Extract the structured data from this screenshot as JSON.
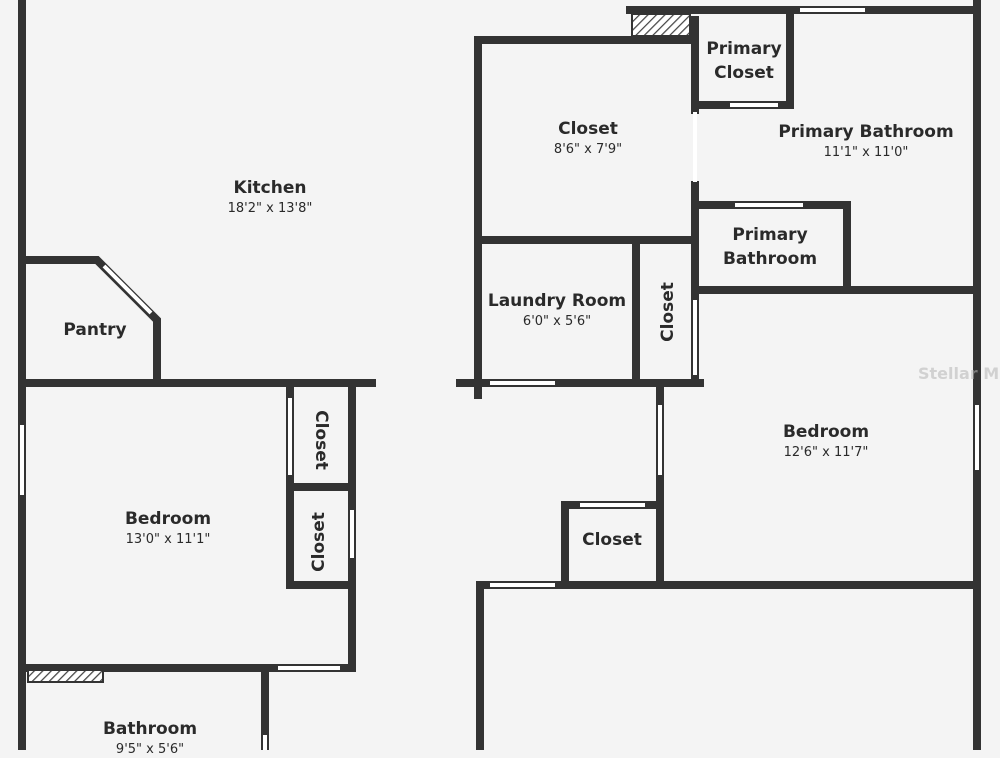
{
  "rooms": {
    "kitchen": {
      "name": "Kitchen",
      "dims": "18'2\" x 13'8\""
    },
    "pantry": {
      "name": "Pantry"
    },
    "bedroom_left": {
      "name": "Bedroom",
      "dims": "13'0\" x 11'1\""
    },
    "closet_left_top": {
      "name": "Closet"
    },
    "closet_left_bottom": {
      "name": "Closet"
    },
    "bathroom": {
      "name": "Bathroom",
      "dims": "9'5\" x 5'6\""
    },
    "closet_center": {
      "name": "Closet",
      "dims": "8'6\" x 7'9\""
    },
    "laundry": {
      "name": "Laundry Room",
      "dims": "6'0\" x 5'6\""
    },
    "closet_laundry": {
      "name": "Closet"
    },
    "primary_closet": {
      "name": "Primary Closet",
      "line1": "Primary",
      "line2": "Closet"
    },
    "primary_bathroom_large": {
      "name": "Primary Bathroom",
      "dims": "11'1\" x 11'0\""
    },
    "primary_bathroom_small": {
      "line1": "Primary",
      "line2": "Bathroom"
    },
    "bedroom_right": {
      "name": "Bedroom",
      "dims": "12'6\" x 11'7\""
    },
    "closet_right": {
      "name": "Closet"
    }
  },
  "watermark": "Stellar MLS",
  "colors": {
    "wall": "#333333",
    "floor": "#f4f4f4",
    "window": "#ffffff",
    "hatch": "#555555"
  }
}
